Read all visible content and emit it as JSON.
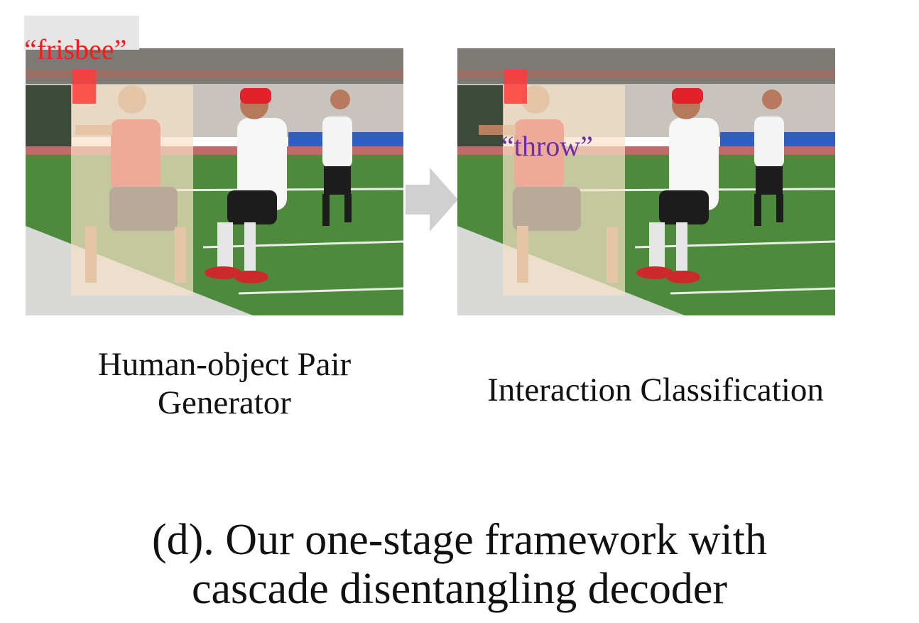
{
  "object_label": "“frisbee”",
  "interaction_label": "“throw”",
  "arrow_icon": "right-arrow",
  "captions": {
    "left_line1": "Human-object Pair",
    "left_line2": "Generator",
    "right": "Interaction Classification"
  },
  "figure_caption": {
    "line1": "(d). Our one-stage framework with",
    "line2": "cascade disentangling decoder"
  },
  "colors": {
    "object_label": "#ff1a1a",
    "interaction_label": "#6a2fa0",
    "human_box": "#f7e2c8",
    "object_box": "#ff3b3b",
    "arrow": "#d0d0d0"
  }
}
